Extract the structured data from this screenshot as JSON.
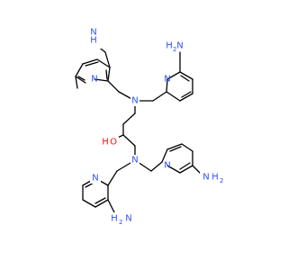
{
  "molecule": {
    "colors": {
      "bond": "#000000",
      "nitrogen": "#3050F8",
      "oxygen": "#FF0D0D"
    },
    "labels": {
      "n_ring": "N",
      "n_amine": "N",
      "amino_h": "H",
      "amino_n": "N",
      "amino_sub": "2",
      "hydroxyl_h": "H",
      "hydroxyl_o": "O"
    }
  }
}
